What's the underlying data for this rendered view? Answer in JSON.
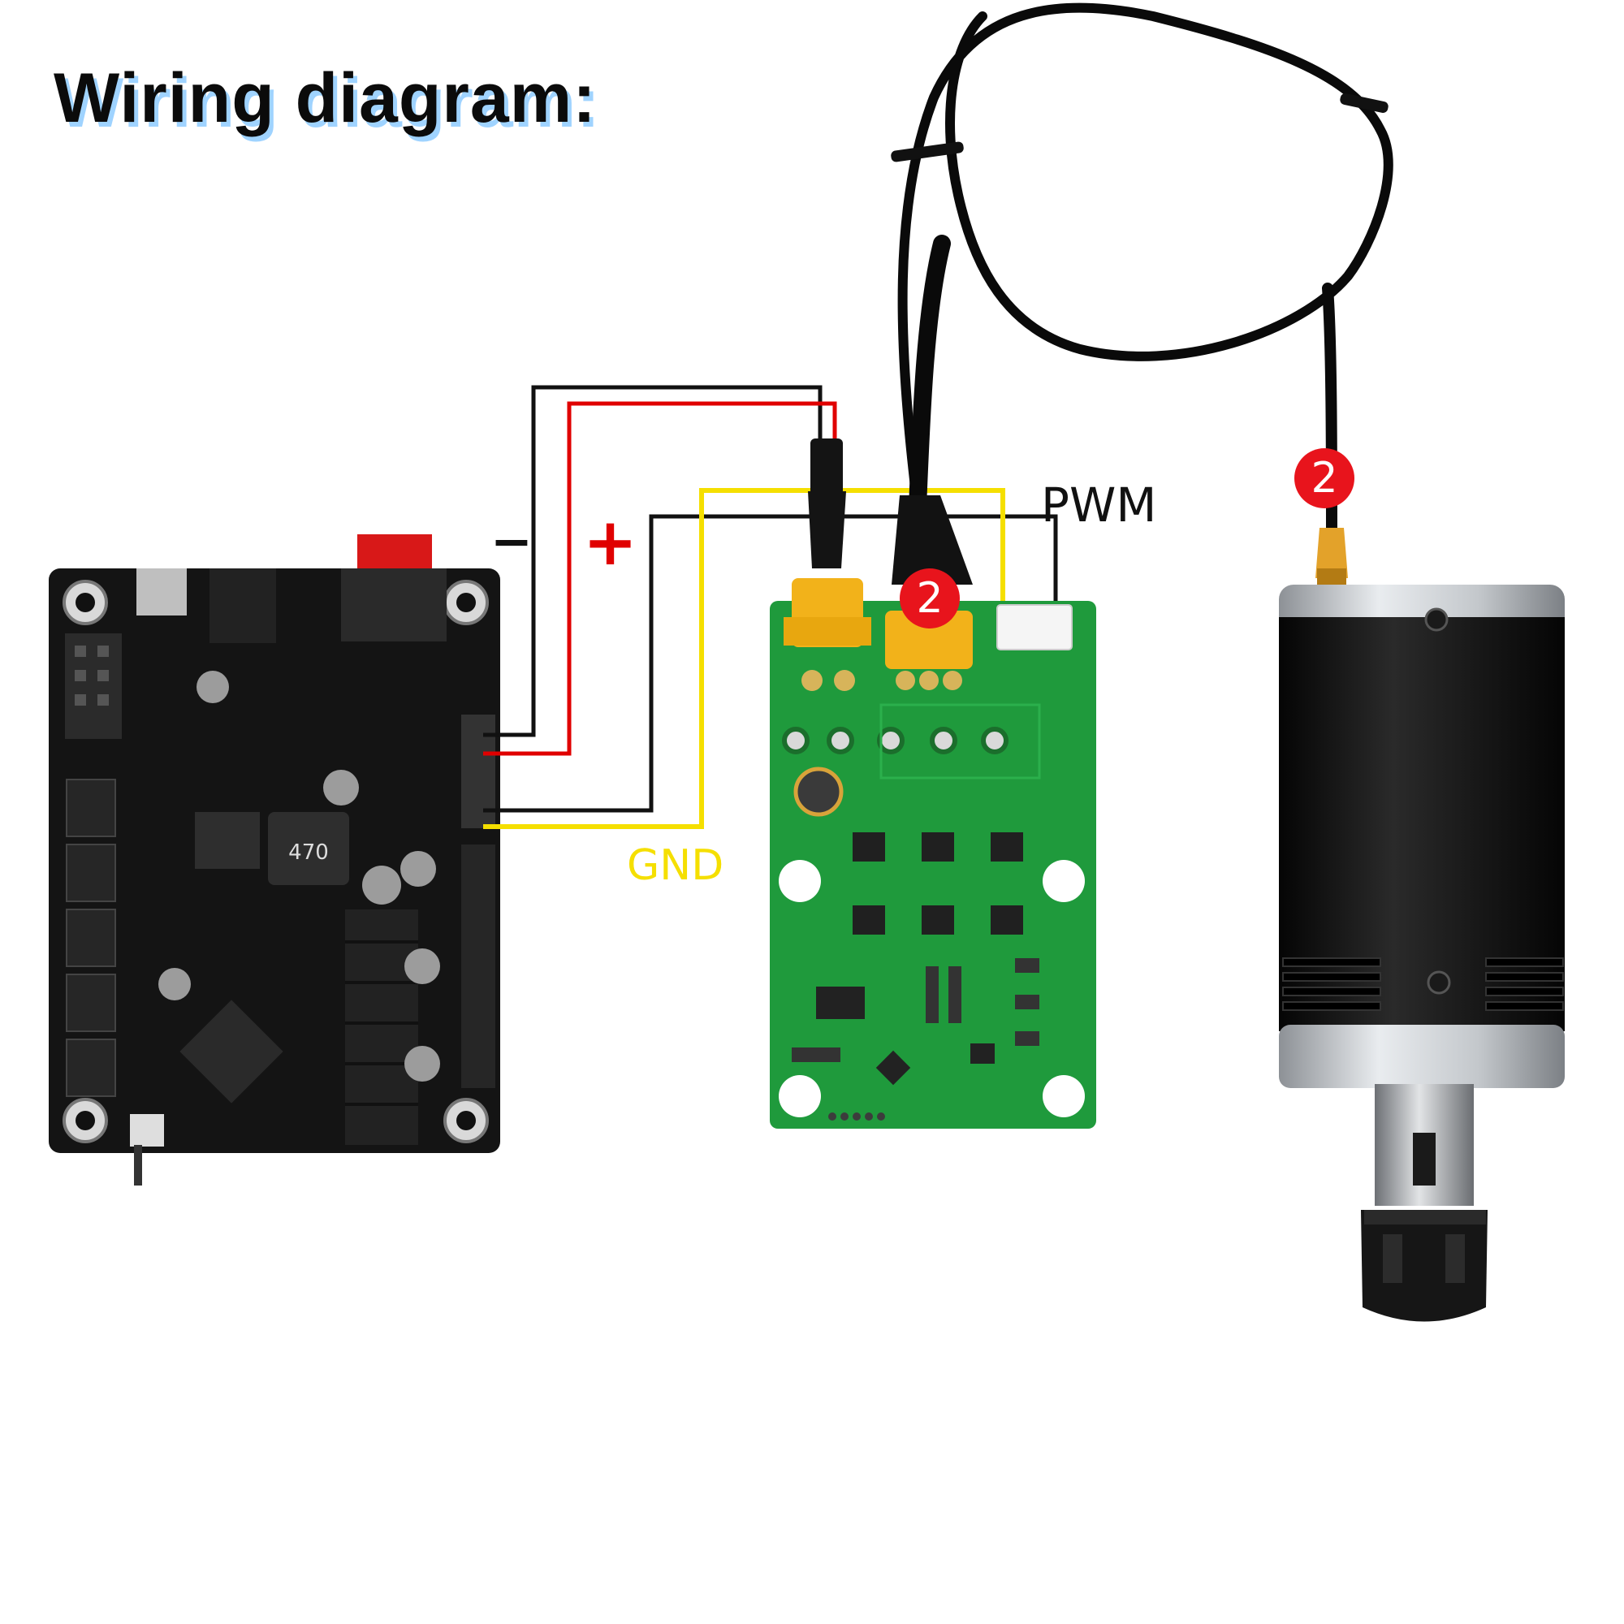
{
  "title": "Wiring diagram:",
  "labels": {
    "pwm": "PWM",
    "gnd": "GND",
    "minus": "−",
    "plus": "+",
    "badge_driver": "2",
    "badge_motor": "2"
  },
  "colors": {
    "wire_black": "#111111",
    "wire_red": "#e00000",
    "wire_yellow": "#f5df00",
    "pcb_green": "#1f9a3c",
    "controller_black": "#141414",
    "connector_yellow": "#f2b21a",
    "badge_red": "#e8141c",
    "motor_silver": "#c9ccd0"
  },
  "components": [
    "controller-board",
    "motor-driver-board",
    "brushless-spindle-motor"
  ]
}
